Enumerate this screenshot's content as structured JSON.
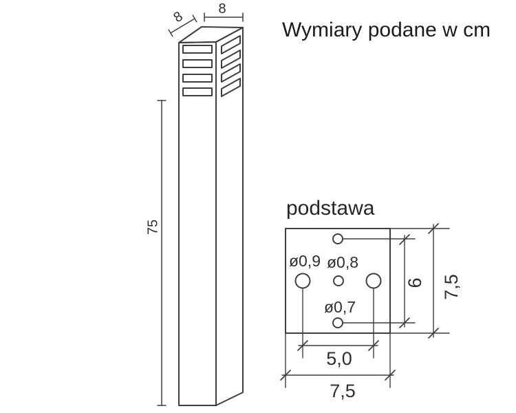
{
  "title": "Wymiary podane w cm",
  "post_view": {
    "depth_dim": "8",
    "width_dim": "8",
    "height_dim": "75"
  },
  "base_view": {
    "label": "podstawa",
    "hole_diameter_side": "ø0,9",
    "hole_diameter_center": "ø0,8",
    "hole_diameter_small": "ø0,7",
    "vertical_hole_spacing_dim": "6",
    "plate_depth_dim": "7,5",
    "horizontal_hole_spacing_dim": "5,0",
    "plate_width_dim": "7,5"
  },
  "colors": {
    "line": "#3d3d3d",
    "text": "#262626",
    "background": "#ffffff"
  }
}
